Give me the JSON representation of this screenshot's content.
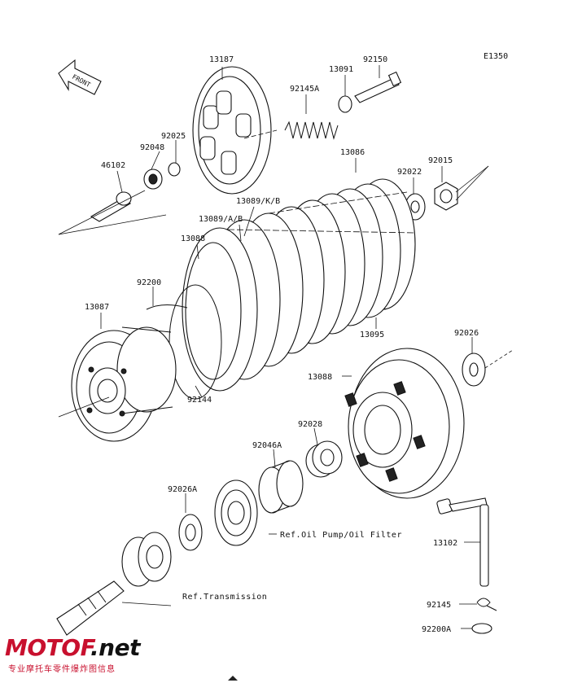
{
  "diagram_code": "E1350",
  "front_label": "FRONT",
  "part_numbers": {
    "p13187": "13187",
    "p13091": "13091",
    "p92150": "92150",
    "p92145A": "92145A",
    "p92025": "92025",
    "p92048": "92048",
    "p46102": "46102",
    "p13086": "13086",
    "p92022": "92022",
    "p92015": "92015",
    "p13089KB": "13089/K/B",
    "p13089AB": "13089/A/B",
    "p13088a": "13088",
    "p92200": "92200",
    "p13087": "13087",
    "p92144": "92144",
    "p13095": "13095",
    "p92026": "92026",
    "p13088b": "13088",
    "p92028": "92028",
    "p92046A": "92046A",
    "p92026A": "92026A",
    "p13102": "13102",
    "p92145": "92145",
    "p92200A": "92200A"
  },
  "refs": {
    "oil_pump": "Ref.Oil Pump/Oil Filter",
    "transmission": "Ref.Transmission"
  },
  "watermark": {
    "brand": "MOTOF",
    "brand_suffix": ".net",
    "tagline": "专业摩托车零件爆炸图信息"
  },
  "colors": {
    "line": "#111111",
    "watermark": "#c8102e"
  }
}
